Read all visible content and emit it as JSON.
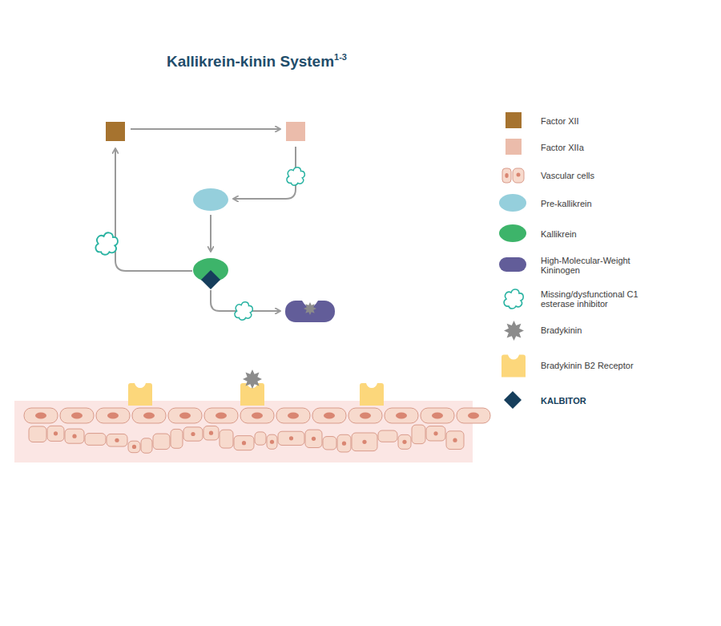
{
  "diagram": {
    "title": "Kallikrein-kinin System",
    "labels": [
      "1-3"
    ],
    "legend": [
      {
        "text": "Factor XII",
        "color": "#a6732f"
      },
      {
        "text": "Factor XIIa",
        "color": "#ebbcab"
      },
      {
        "text": "Vascular cells"
      },
      {
        "text": "Pre-kallikrein",
        "color": "#95cfdc"
      },
      {
        "text": "Kallikrein",
        "color": "#3db46a"
      },
      {
        "text": "High-Molecular-Weight Kininogen",
        "color": "#625d99"
      },
      {
        "text": "Missing/dysfunctional C1 esterase inhibitor"
      },
      {
        "text": "Bradykinin"
      },
      {
        "text": "Bradykinin B2 Receptor"
      },
      {
        "text": "KALBITOR",
        "color": "#163e5c"
      }
    ]
  }
}
